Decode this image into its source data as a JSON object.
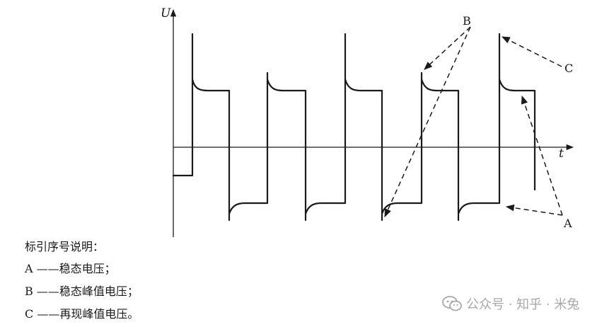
{
  "axes": {
    "y_label": "U",
    "x_label": "t"
  },
  "callouts": {
    "a": "A",
    "b": "B",
    "c": "C"
  },
  "legend": {
    "title": "标引序号说明：",
    "items": [
      "A ——稳态电压；",
      "B ——稳态峰值电压；",
      "C ——再现峰值电压。"
    ]
  },
  "watermark": {
    "text": "公众号 · 知乎 · 米兔",
    "icon": "wechat-icon"
  }
}
